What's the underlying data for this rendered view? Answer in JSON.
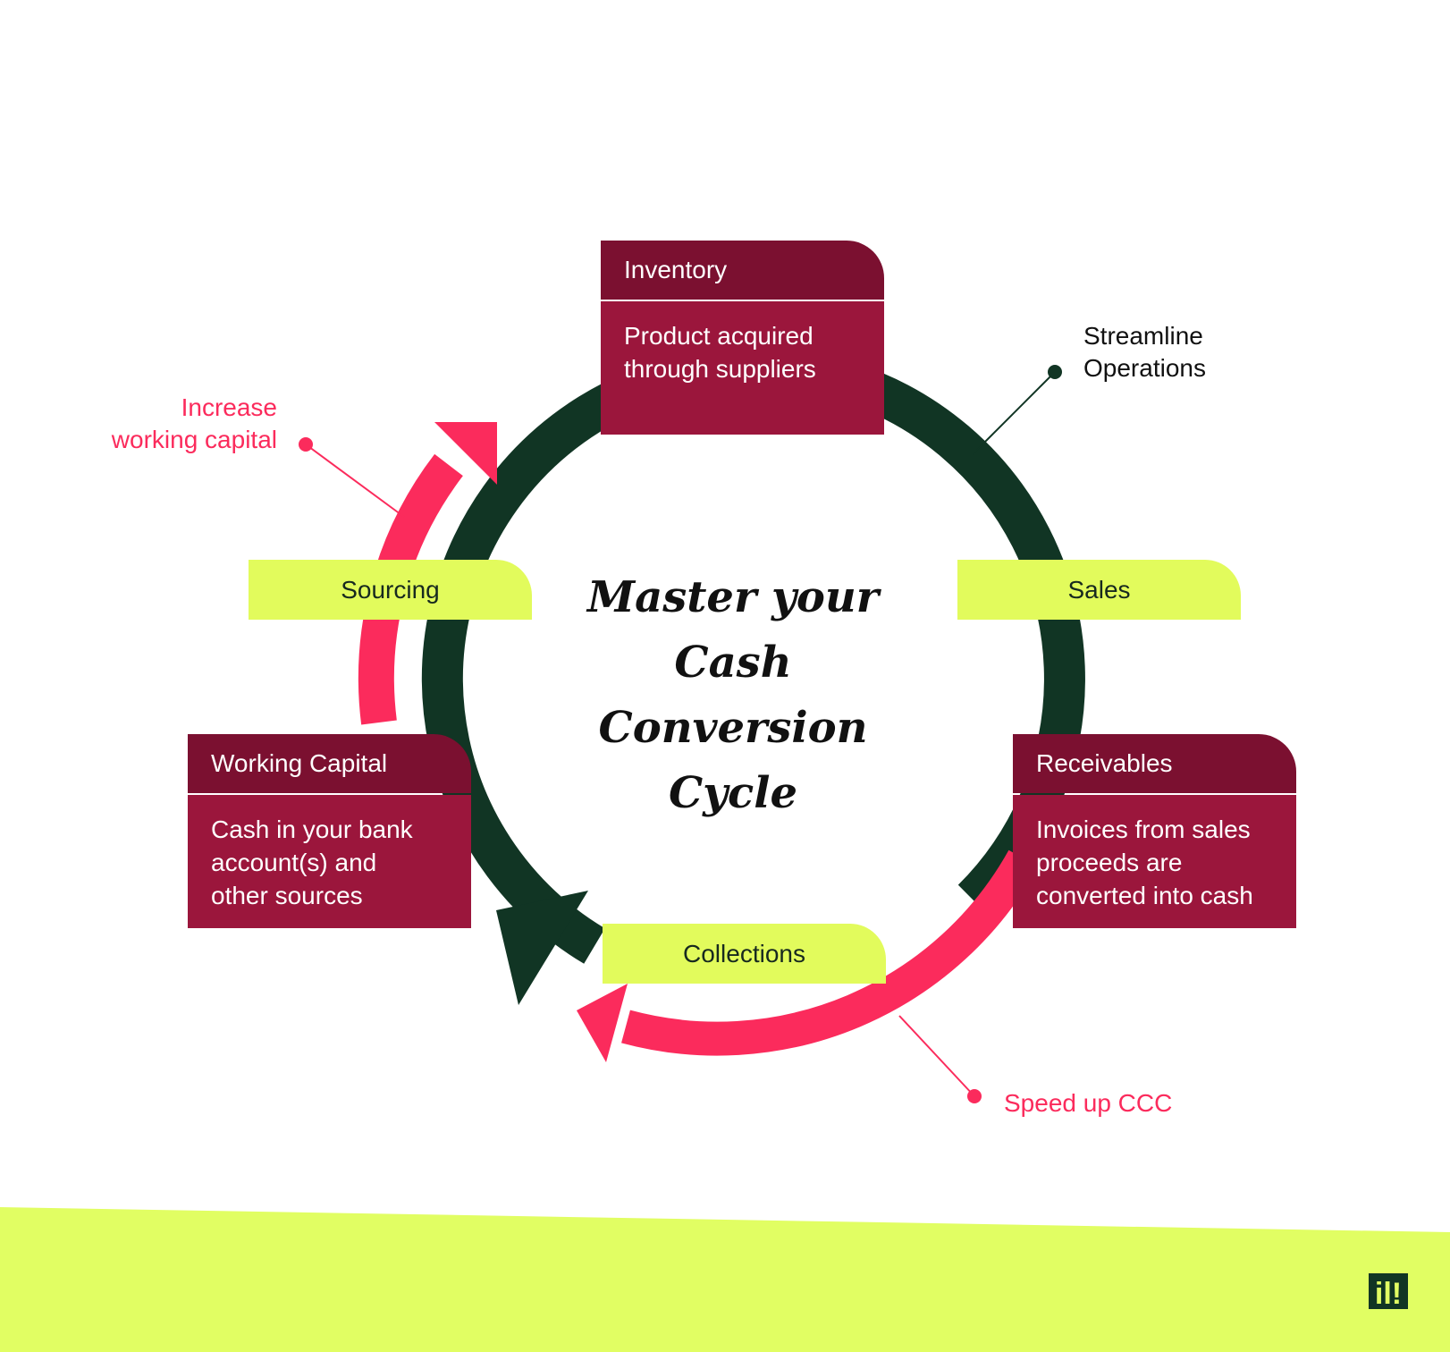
{
  "title_lines": [
    "Master your",
    "Cash",
    "Conversion",
    "Cycle"
  ],
  "stages": {
    "inventory": {
      "heading": "Inventory",
      "lines": [
        "Product acquired",
        "through suppliers"
      ]
    },
    "receivables": {
      "heading": "Receivables",
      "lines": [
        "Invoices from sales",
        "proceeds are",
        "converted into cash"
      ]
    },
    "working_capital": {
      "heading": "Working Capital",
      "lines": [
        "Cash in your bank",
        "account(s) and",
        "other sources"
      ]
    }
  },
  "tags": {
    "sourcing": "Sourcing",
    "sales": "Sales",
    "collections": "Collections"
  },
  "notes": {
    "streamline": [
      "Streamline",
      "Operations"
    ],
    "increase": [
      "Increase",
      "working capital"
    ],
    "speed": "Speed up CCC"
  },
  "logo": {
    "text": "il!"
  },
  "colors": {
    "dark_green": "#113524",
    "pink": "#fb2b5c",
    "maroon_dark": "#7b1030",
    "maroon": "#9b163c",
    "lime": "#e2fb5c",
    "footer_lime": "#e1fe63"
  }
}
